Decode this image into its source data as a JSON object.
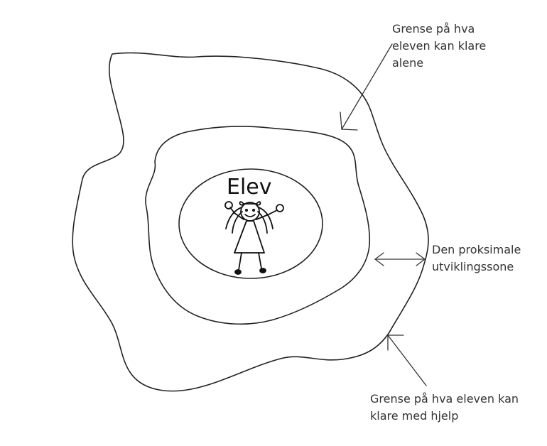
{
  "diagram": {
    "center_label": "Elev",
    "labels": {
      "outer_boundary": "Grense på hva eleven kan klare med hjelp",
      "inner_boundary": "Grense på hva\neleven kan klare\nalene",
      "zone": "Den proksimale\nutviklingssone",
      "outer_boundary_display": "Grense på hva eleven kan\nklare med hjelp"
    },
    "colors": {
      "stroke": "#222222",
      "text": "#333333",
      "background": "#ffffff"
    }
  }
}
